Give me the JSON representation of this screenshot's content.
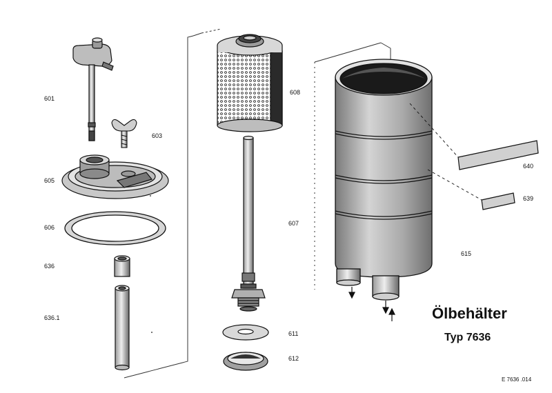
{
  "title": "Ölbehälter",
  "subtitle": "Typ 7636",
  "doc_ref": "E 7636 .014",
  "parts": {
    "p601": "601",
    "p603": "603",
    "p605": "605",
    "p606": "606",
    "p636": "636",
    "p636_1": "636.1",
    "p607": "607",
    "p608": "608",
    "p611": "611",
    "p612": "612",
    "p615": "615",
    "p639": "639",
    "p640": "640"
  },
  "colors": {
    "ink": "#111111",
    "tank_fill": "#c9c9c9",
    "shade": "#8a8a8a"
  }
}
